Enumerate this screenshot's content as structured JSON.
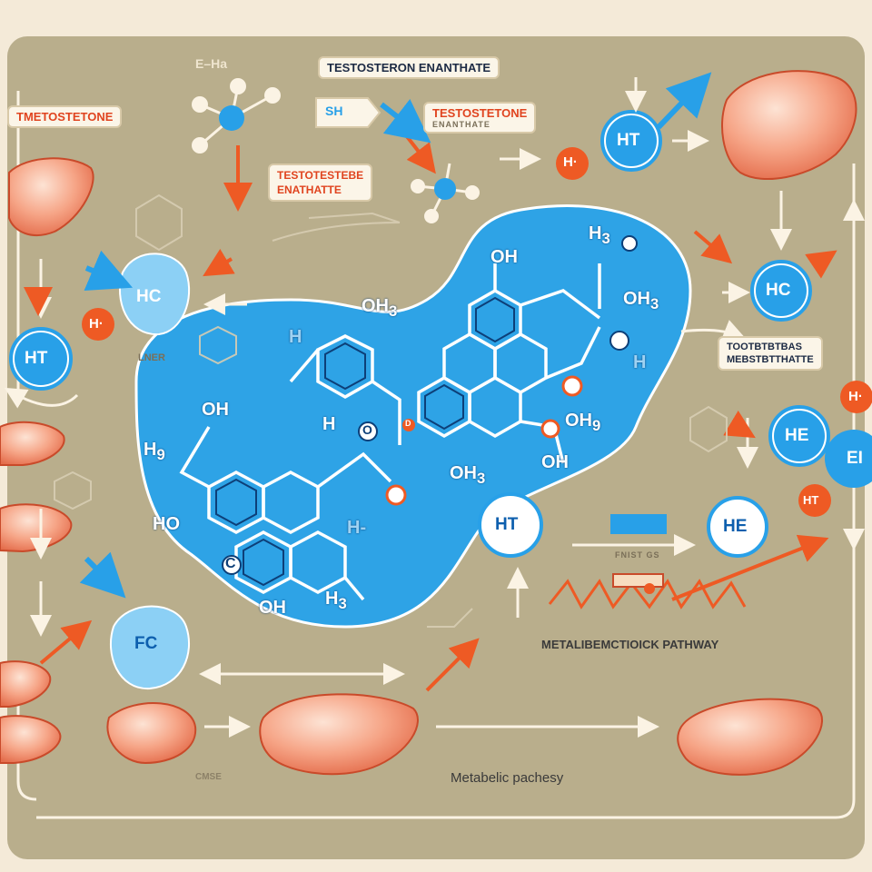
{
  "header": {
    "title": "TESTOSTERON ENANTHATE",
    "label_tmetostetone": "TMETOSTETONE",
    "label_eha": "E–Ha",
    "label_sh": "SH",
    "label_testostetone": "TESTOSTETONE",
    "label_testostetone_sub": "ENANTHATE",
    "label_testostestebe": "TESTOTESTEBE",
    "label_enanthatte": "ENATHATTE",
    "label_lner": "LNER"
  },
  "nodes": {
    "ht_top": "HT",
    "h_top": "H·",
    "hc_left": "HC",
    "h_left": "H·",
    "ht_left": "HT",
    "hc_right": "HC",
    "he_right": "HE",
    "e_right": "EI",
    "h_right": "H·",
    "ht_mid": "HT",
    "he_mid": "HE",
    "ht_orange": "HT",
    "fc": "FC"
  },
  "chem_labels": {
    "oh_top": "OH",
    "h3_top": "H",
    "h3_top_sub": "3",
    "oh3_top": "OH",
    "oh3_top_sub": "3",
    "oh3_left": "OH",
    "oh3_left_sub": "3",
    "h_left": "H",
    "h_mid": "H",
    "oh_mid": "OH",
    "h9": "H",
    "h9_sub": "9",
    "ho": "HO",
    "c_atom": "C",
    "oh_bottom": "OH",
    "h3_bottom": "H",
    "h3_bottom_sub": "3",
    "oh3_center": "OH",
    "oh3_center_sub": "3",
    "oh3_right": "OH",
    "oh3_right_sub": "9",
    "oh_right": "OH",
    "h_dash": "H-",
    "h_right_ring": "H",
    "o_ring": "O",
    "d_ring": "D"
  },
  "right_panel": {
    "label_tootbst": "TOOTBTBTBAS",
    "label_mebst": "MEBSTBTTHATTE",
    "fast_label": "FNIST GS"
  },
  "footer": {
    "pathway_label": "METALIBEMCTIOICK PATHWAY",
    "metabolic_label": "Metabelic pachesy",
    "small_label": "CMSE"
  },
  "colors": {
    "panel": "#b9ae8c",
    "blob": "#2ea3e6",
    "node_blue": "#28a0e8",
    "accent_orange": "#ee5a24",
    "liver": "#f28a66",
    "arrow_light": "#fbf3e4"
  },
  "icons": [
    "liver-icon",
    "molecule-icon",
    "arrow-icon"
  ]
}
